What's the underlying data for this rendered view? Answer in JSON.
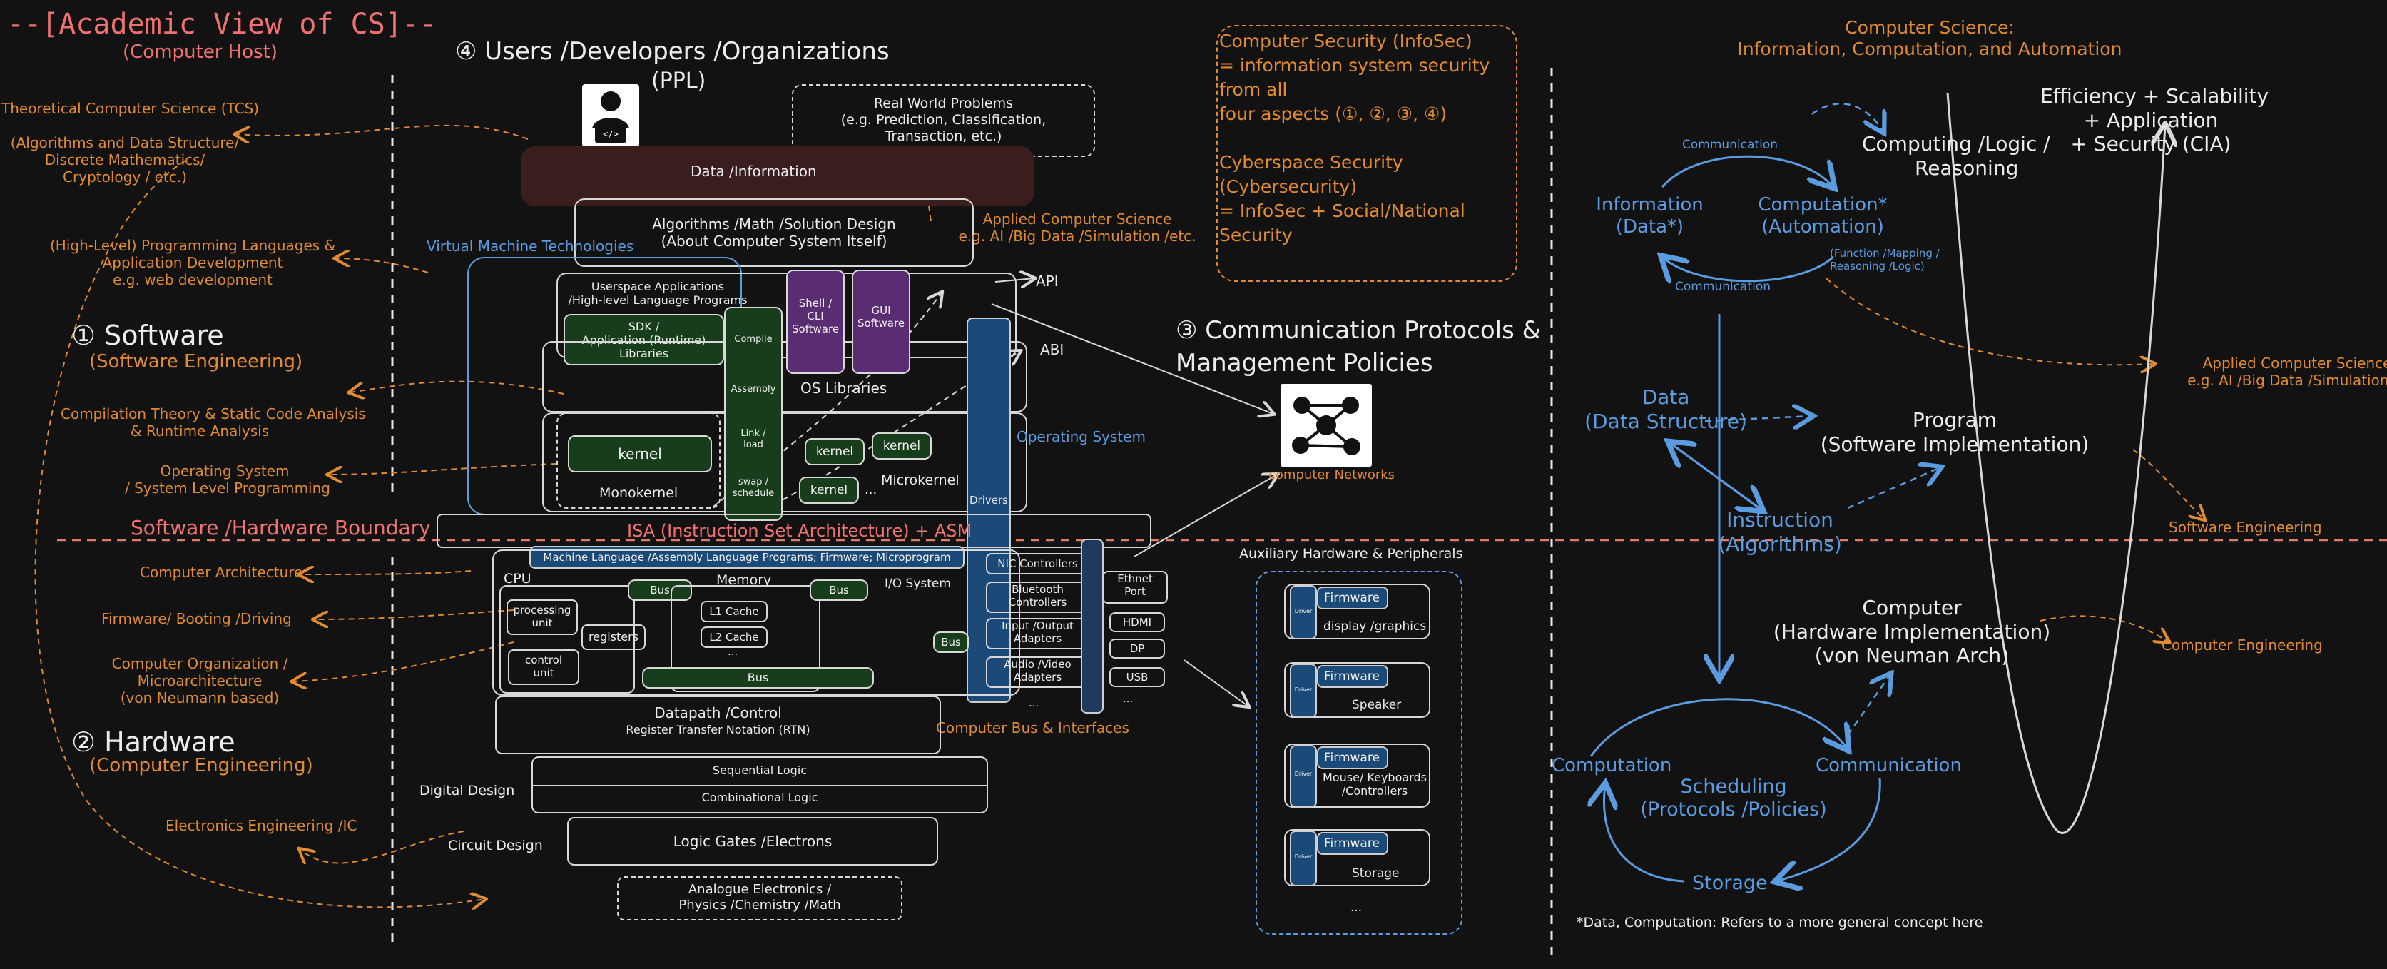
{
  "title": {
    "main": "--[Academic View of CS]--",
    "sub": "(Computer Host)"
  },
  "left_labels": {
    "tcs": "Theoretical Computer Science (TCS)",
    "algo": [
      "(Algorithms and Data Structure/",
      "Discrete Mathematics/",
      "Cryptology / etc.)"
    ],
    "pl": [
      "(High-Level) Programming Languages &",
      "Application Development",
      "e.g. web development"
    ],
    "compilation": [
      "Compilation Theory & Static Code Analysis",
      "& Runtime Analysis"
    ],
    "os": [
      "Operating System",
      "/ System Level Programming"
    ],
    "arch": "Computer Architecture",
    "firmware": "Firmware/ Booting /Driving",
    "org": [
      "Computer Organization /",
      "Microarchitecture",
      "(von Neumann based)"
    ],
    "elec": "Electronics Engineering /IC"
  },
  "sections": {
    "software": "① Software",
    "software_sub": "(Software Engineering)",
    "hardware": "② Hardware",
    "hardware_sub": "(Computer Engineering)",
    "boundary": "Software /Hardware Boundary"
  },
  "center": {
    "users_title": "④ Users /Developers /Organizations",
    "users_sub": "(PPL)",
    "real_world": [
      "Real World Problems",
      "(e.g. Prediction, Classification,",
      "Transaction, etc.)"
    ],
    "data_info": "Data /Information",
    "algorithms": [
      "Algorithms /Math /Solution Design",
      "(About Computer System Itself)"
    ],
    "applied_cs": [
      "Applied Computer Science",
      "e.g. AI /Big Data /Simulation /etc."
    ],
    "vm_tech": "Virtual Machine Technologies",
    "userspace": [
      "Userspace Applications",
      "/High-level Language Programs"
    ],
    "sdk": [
      "SDK /",
      "Application (Runtime)",
      "Libraries"
    ],
    "toolchain": [
      "Compile",
      "Assembly",
      "Link /\nload",
      "swap /\nschedule"
    ],
    "shell": [
      "Shell /",
      "CLI",
      "Software"
    ],
    "gui": [
      "GUI",
      "Software"
    ],
    "api": "API",
    "abi": "ABI",
    "os_libs": "OS Libraries",
    "os": "Operating System",
    "kernel_mono": "kernel",
    "monokernel": "Monokernel",
    "kernels_micro": [
      "kernel",
      "kernel",
      "kernel",
      "..."
    ],
    "microkernel": "Microkernel",
    "drivers": "Drivers",
    "isa": "ISA (Instruction Set Architecture) + ASM",
    "machine_lang": "Machine Language /Assembly Language Programs; Firmware; Microprogram",
    "cpu": "CPU",
    "processing_unit": [
      "processing",
      "unit"
    ],
    "registers": "registers",
    "control_unit": [
      "control",
      "unit"
    ],
    "bus": "Bus",
    "memory": "Memory",
    "l1": "L1 Cache",
    "l2": "L2 Cache",
    "dots": "...",
    "io_system": "I/O System",
    "nic": "NIC Controllers",
    "bluetooth": [
      "Bluetooth",
      "Controllers"
    ],
    "io_adapters": [
      "Input /Output",
      "Adapters"
    ],
    "av_adapters": [
      "Audio /Video",
      "Adapters"
    ],
    "ports": [
      "Ethnet",
      "Port",
      "HDMI",
      "DP",
      "USB",
      "..."
    ],
    "bus_interfaces": "Computer Bus & Interfaces",
    "datapath": [
      "Datapath /Control",
      "Register Transfer Notation (RTN)"
    ],
    "seq_logic": "Sequential Logic",
    "comb_logic": "Combinational Logic",
    "digital_design": "Digital Design",
    "circuit_design": "Circuit Design",
    "logic_gates": "Logic Gates /Electrons",
    "analogue": [
      "Analogue Electronics /",
      "Physics /Chemistry /Math"
    ]
  },
  "security": {
    "lines": [
      "Computer Security (InfoSec)",
      "= information system security",
      "from all",
      "four aspects (①, ②, ③, ④)",
      "",
      "Cyberspace Security",
      "(Cybersecurity)",
      "= InfoSec + Social/National",
      "Security"
    ]
  },
  "comm": {
    "title": [
      "③ Communication Protocols &",
      "Management Policies"
    ],
    "networks": "computer Networks"
  },
  "aux": {
    "title": "Auxiliary Hardware & Peripherals",
    "firmware": "Firmware",
    "driver": "Driver",
    "devices": [
      "display /graphics",
      "Speaker",
      "Mouse/ Keyboards\n/Controllers",
      "Storage"
    ],
    "more": "..."
  },
  "right": {
    "cs_title": [
      "Computer Science:",
      "Information, Computation, and Automation"
    ],
    "efficiency": [
      "Efficiency + Scalability",
      "+ Application",
      "+ Security (CIA)"
    ],
    "communication": "Communication",
    "computing_logic": [
      "Computing /Logic /",
      "Reasoning"
    ],
    "information": [
      "Information",
      "(Data*)"
    ],
    "computation_auto": [
      "Computation*",
      "(Automation)"
    ],
    "function_mapping": [
      "(Function /Mapping /",
      "Reasoning /Logic)"
    ],
    "applied_cs": [
      "Applied Computer Science",
      "e.g. AI /Big Data /Simulation /e"
    ],
    "data": [
      "Data",
      "(Data Structure)"
    ],
    "program": [
      "Program",
      "(Software Implementation)"
    ],
    "instruction": [
      "Instruction",
      "(Algorithms)"
    ],
    "software_eng": "Software Engineering",
    "computer": [
      "Computer",
      "(Hardware Implementation)",
      "(von Neuman Arch)"
    ],
    "computer_eng": "Computer Engineering",
    "computation": "Computation",
    "communication2": "Communication",
    "scheduling": [
      "Scheduling",
      "(Protocols /Policies)"
    ],
    "storage": "Storage",
    "footnote": "*Data, Computation: Refers to a more general concept here"
  },
  "colors": {
    "orange": "#e08a32",
    "blue": "#5b9be0",
    "red": "#f07171",
    "green": "#173d1a",
    "purple": "#5a2d73",
    "navy": "#1c4a78"
  }
}
